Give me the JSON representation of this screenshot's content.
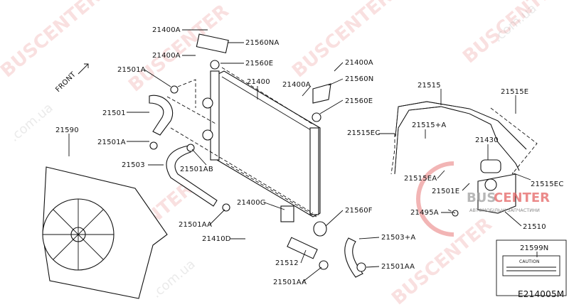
{
  "watermark": {
    "text": "BUSCENTER",
    "domain": ".com.ua"
  },
  "logo": {
    "brand_a": "BUS",
    "brand_b": "CENTER",
    "tagline": "АВТОМОБІЛЬНІ ЗАПЧАСТИНИ",
    "accent": "#e35a5a"
  },
  "front_label": "FRONT",
  "labels": {
    "l1": "21400A",
    "l2": "21560NA",
    "l3": "21400A",
    "l4": "21560E",
    "l5": "21501A",
    "l6": "21400",
    "l7": "21400A",
    "l8": "21400A",
    "l9": "21560N",
    "l10": "21560E",
    "l11": "21515",
    "l12": "21515E",
    "l13": "21501",
    "l14": "21590",
    "l15": "21501A",
    "l16": "21515EC",
    "l17": "21515+A",
    "l18": "21430",
    "l19": "21503",
    "l20": "21501AB",
    "l21": "21515EA",
    "l22": "21515EC",
    "l23": "21501E",
    "l24": "21400G",
    "l25": "21560F",
    "l26": "21495A",
    "l27": "21510",
    "l28": "21501AA",
    "l29": "21410D",
    "l30": "21503+A",
    "l31": "21599N",
    "l32": "21512",
    "l33": "21501AA",
    "l34": "21501AA"
  },
  "caution_label": "CAUTION",
  "diagram_code": "E214005M"
}
